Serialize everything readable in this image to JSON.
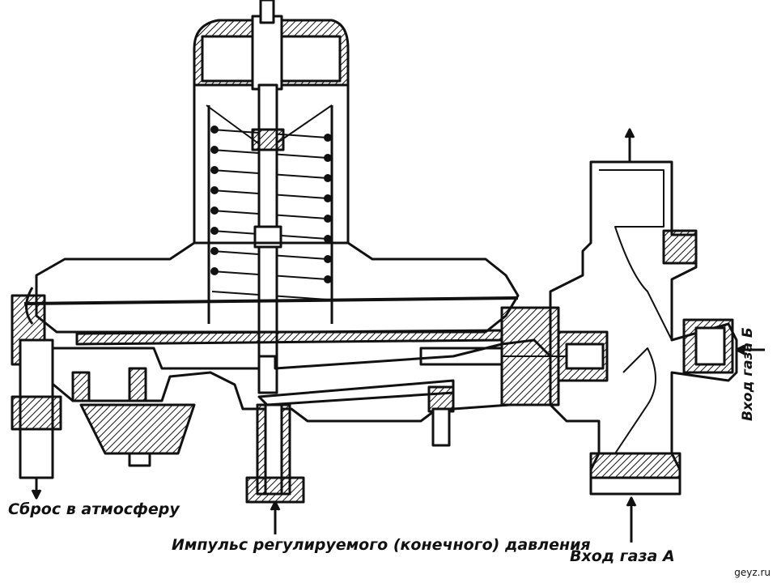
{
  "labels": {
    "vent": "Сброс в атмосферу",
    "impulse": "Импульс регулируемого (конечного) давления",
    "inlet_a": "Вход газа А",
    "inlet_b": "Вход газа Б",
    "site": "geyz.ru"
  },
  "colors": {
    "ink": "#111111",
    "paper": "#ffffff"
  }
}
